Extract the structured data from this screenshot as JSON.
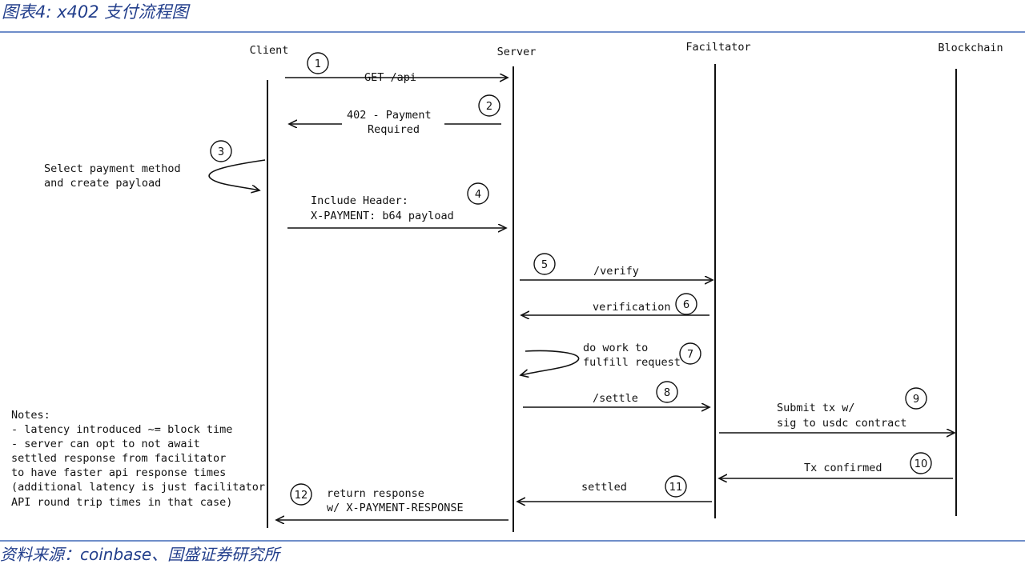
{
  "figure": {
    "title": "图表4:  x402 支付流程图",
    "source": "资料来源：coinbase、国盛证券研究所"
  },
  "participants": {
    "client": "Client",
    "server": "Server",
    "facilitator": "Faciltator",
    "blockchain": "Blockchain"
  },
  "steps": [
    {
      "num": "1",
      "lines": [
        "GET /api"
      ]
    },
    {
      "num": "2",
      "lines": [
        "402 - Payment",
        "Required"
      ]
    },
    {
      "num": "3",
      "lines": [
        "Select payment method",
        "and create payload"
      ]
    },
    {
      "num": "4",
      "lines": [
        "Include Header:",
        "X-PAYMENT: b64 payload"
      ]
    },
    {
      "num": "5",
      "lines": [
        "/verify"
      ]
    },
    {
      "num": "6",
      "lines": [
        "verification"
      ]
    },
    {
      "num": "7",
      "lines": [
        "do work to",
        "fulfill request"
      ]
    },
    {
      "num": "8",
      "lines": [
        "/settle"
      ]
    },
    {
      "num": "9",
      "lines": [
        "Submit tx w/",
        "sig to usdc contract"
      ]
    },
    {
      "num": "10",
      "lines": [
        "Tx confirmed"
      ]
    },
    {
      "num": "11",
      "lines": [
        "settled"
      ]
    },
    {
      "num": "12",
      "lines": [
        "return response",
        "w/ X-PAYMENT-RESPONSE"
      ]
    }
  ],
  "notes": [
    "Notes:",
    "- latency introduced ~= block time",
    "- server can opt to not await",
    "settled response from facilitator",
    "to have faster api response times",
    "(additional latency is just facilitator",
    "API round trip times in that case)"
  ]
}
